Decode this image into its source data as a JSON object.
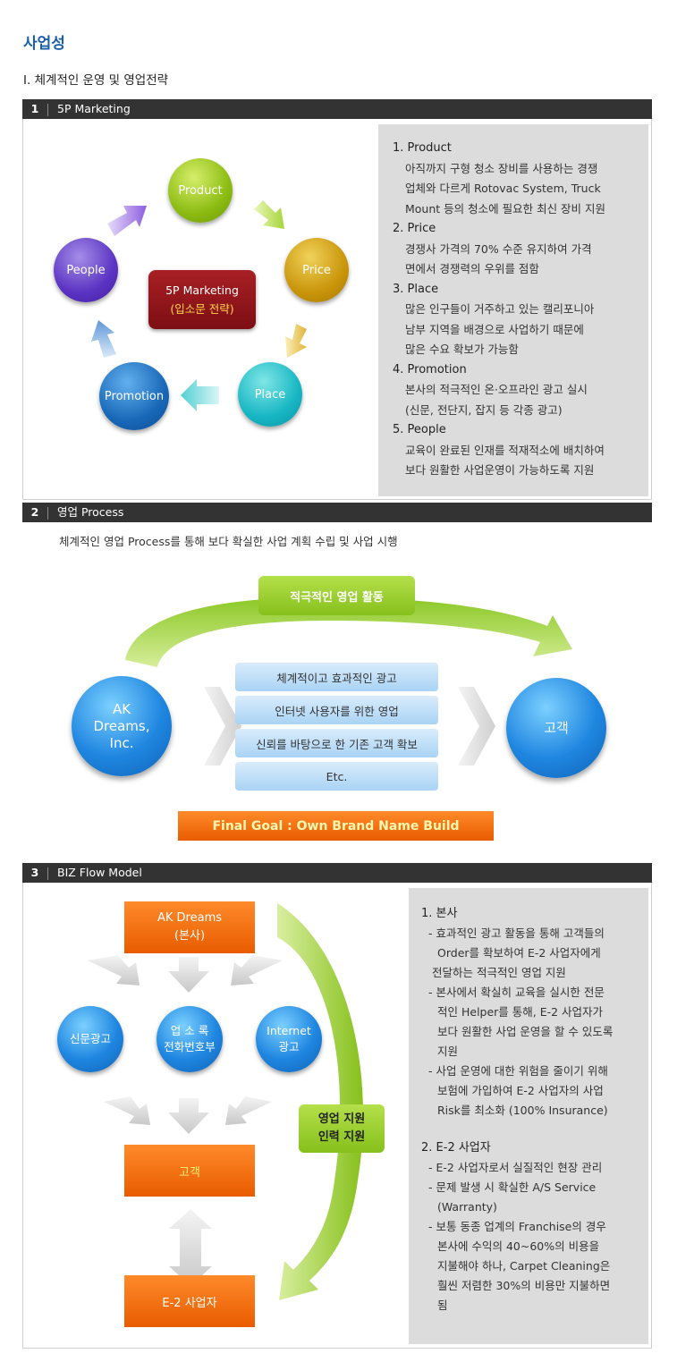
{
  "page": {
    "title": "사업성",
    "subtitle": "I. 체계적인 운영 및 영업전략"
  },
  "sections": [
    {
      "num": "1",
      "title": "5P Marketing"
    },
    {
      "num": "2",
      "title": "영업 Process"
    },
    {
      "num": "3",
      "title": "BIZ Flow Model"
    }
  ],
  "marketing": {
    "center_line1": "5P Marketing",
    "center_line2": "(입소문 전략)",
    "circles": {
      "product": "Product",
      "price": "Price",
      "place": "Place",
      "promotion": "Promotion",
      "people": "People"
    },
    "items": [
      {
        "heading": "1. Product",
        "lines": [
          "아직까지 구형 청소 장비를 사용하는 경쟁",
          "업체와 다르게 Rotovac System, Truck",
          "Mount 등의 청소에 필요한 최신 장비 지원"
        ]
      },
      {
        "heading": "2. Price",
        "lines": [
          "경쟁사 가격의 70% 수준 유지하여 가격",
          "면에서 경쟁력의 우위를 점함"
        ]
      },
      {
        "heading": "3. Place",
        "lines": [
          "많은 인구들이 거주하고 있는 캘리포니아",
          "남부 지역을 배경으로 사업하기 때문에",
          "많은 수요 확보가 가능함"
        ]
      },
      {
        "heading": "4. Promotion",
        "lines": [
          "본사의 적극적인 온·오프라인 광고 실시",
          "(신문, 전단지, 잡지 등 각종 광고)"
        ]
      },
      {
        "heading": "5. People",
        "lines": [
          "교육이 완료된 인재를 적재적소에 배치하여",
          "보다 원활한 사업운영이 가능하도록 지원"
        ]
      }
    ]
  },
  "process": {
    "description": "체계적인 영업 Process를 통해 보다 확실한 사업 계획 수립 및 사업 시행",
    "top_label": "적극적인 영업 활동",
    "left_circle": [
      "AK",
      "Dreams,",
      "Inc."
    ],
    "right_circle": "고객",
    "steps": [
      "체계적이고 효과적인 광고",
      "인터넷 사용자를 위한 영업",
      "신뢰를 바탕으로 한 기존 고객 확보",
      "Etc."
    ],
    "goal": "Final Goal : Own Brand Name Build"
  },
  "flow": {
    "hq_line1": "AK Dreams",
    "hq_line2": "(본사)",
    "channels": {
      "newspaper": "신문광고",
      "directory_line1": "업 소 록",
      "directory_line2": "전화번호부",
      "internet_line1": "Internet",
      "internet_line2": "광고"
    },
    "customer": "고객",
    "e2": "E-2 사업자",
    "support_line1": "영업 지원",
    "support_line2": "인력 지원",
    "hq_heading": "1. 본사",
    "hq_items": [
      [
        "- 효과적인 광고 활동을 통해 고객들의",
        "Order를 확보하여 E-2 사업자에게",
        "전달하는 적극적인 영업 지원"
      ],
      [
        "- 본사에서 확실히 교육을 실시한 전문",
        "적인 Helper를 통해, E-2 사업자가",
        "보다 원활한 사업 운영을 할 수 있도록",
        "지원"
      ],
      [
        "- 사업 운영에 대한 위험을 줄이기 위해",
        "보험에 가입하여 E-2 사업자의 사업",
        "Risk를 최소화 (100% Insurance)"
      ]
    ],
    "e2_heading": "2. E-2 사업자",
    "e2_items": [
      [
        "- E-2 사업자로서 실질적인 현장 관리"
      ],
      [
        "- 문제 발생 시 확실한 A/S Service",
        "(Warranty)"
      ],
      [
        "- 보통 동종 업계의 Franchise의 경우",
        "본사에 수익의 40~60%의 비용을",
        "지불해야 하나, Carpet Cleaning은",
        "훨씬 저렴한 30%의 비용만 지불하면",
        "됨"
      ]
    ]
  },
  "colors": {
    "title": "#1a5fa8",
    "bar": "#333333",
    "orange": "#ff7a14",
    "green": "#9ad12c"
  }
}
